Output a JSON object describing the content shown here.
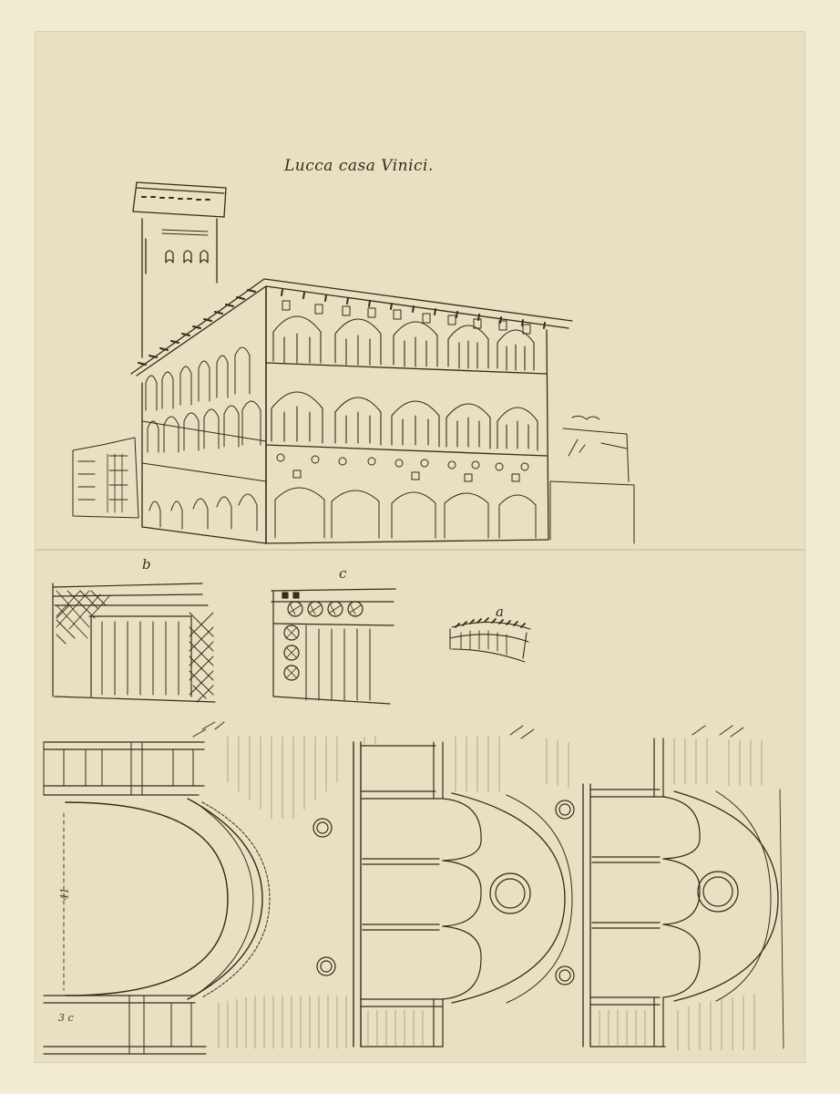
{
  "sheet": {
    "title": "Lucca casa Vinici.",
    "detail_labels": {
      "b": "b",
      "c": "c",
      "a": "a"
    },
    "dimension_labels": {
      "left_vertical": "41",
      "left_bottom": "3 c"
    },
    "colors": {
      "paper": "#e9dfc2",
      "mount": "#f1ebd2",
      "ink": "#3a2a18"
    }
  }
}
